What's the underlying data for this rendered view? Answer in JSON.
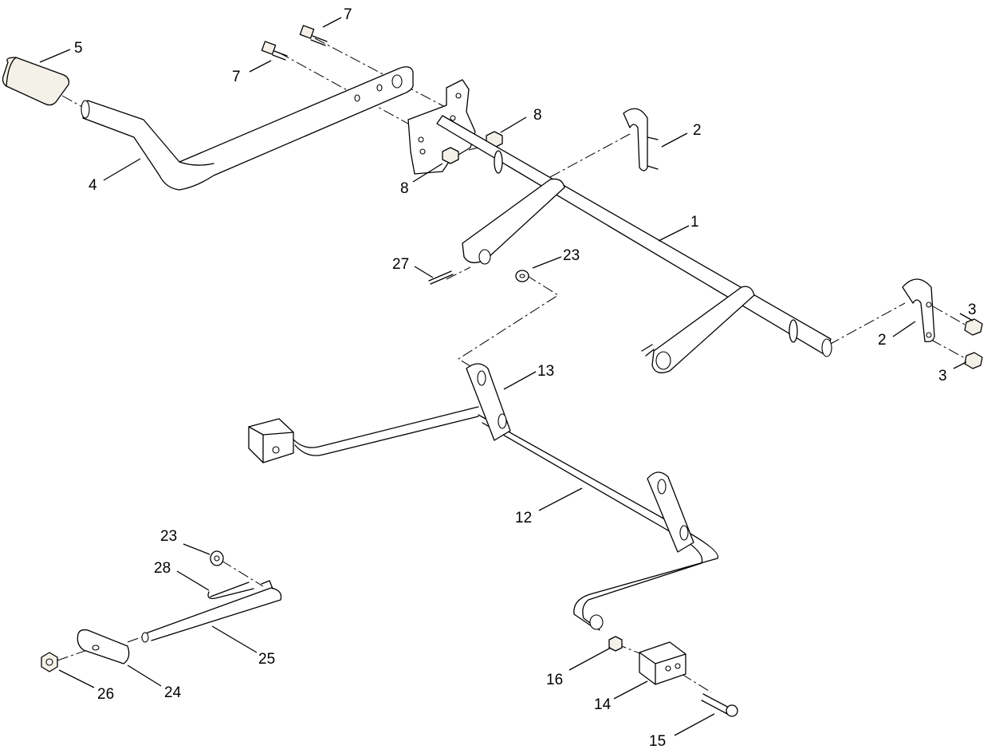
{
  "callouts": [
    {
      "id": "c1",
      "text": "1"
    },
    {
      "id": "c2a",
      "text": "2"
    },
    {
      "id": "c2b",
      "text": "2"
    },
    {
      "id": "c3a",
      "text": "3"
    },
    {
      "id": "c3b",
      "text": "3"
    },
    {
      "id": "c4",
      "text": "4"
    },
    {
      "id": "c5",
      "text": "5"
    },
    {
      "id": "c7a",
      "text": "7"
    },
    {
      "id": "c7b",
      "text": "7"
    },
    {
      "id": "c8a",
      "text": "8"
    },
    {
      "id": "c8b",
      "text": "8"
    },
    {
      "id": "c12",
      "text": "12"
    },
    {
      "id": "c13",
      "text": "13"
    },
    {
      "id": "c14",
      "text": "14"
    },
    {
      "id": "c15",
      "text": "15"
    },
    {
      "id": "c16",
      "text": "16"
    },
    {
      "id": "c23a",
      "text": "23"
    },
    {
      "id": "c23b",
      "text": "23"
    },
    {
      "id": "c24",
      "text": "24"
    },
    {
      "id": "c25",
      "text": "25"
    },
    {
      "id": "c26",
      "text": "26"
    },
    {
      "id": "c27",
      "text": "27"
    },
    {
      "id": "c28",
      "text": "28"
    }
  ]
}
